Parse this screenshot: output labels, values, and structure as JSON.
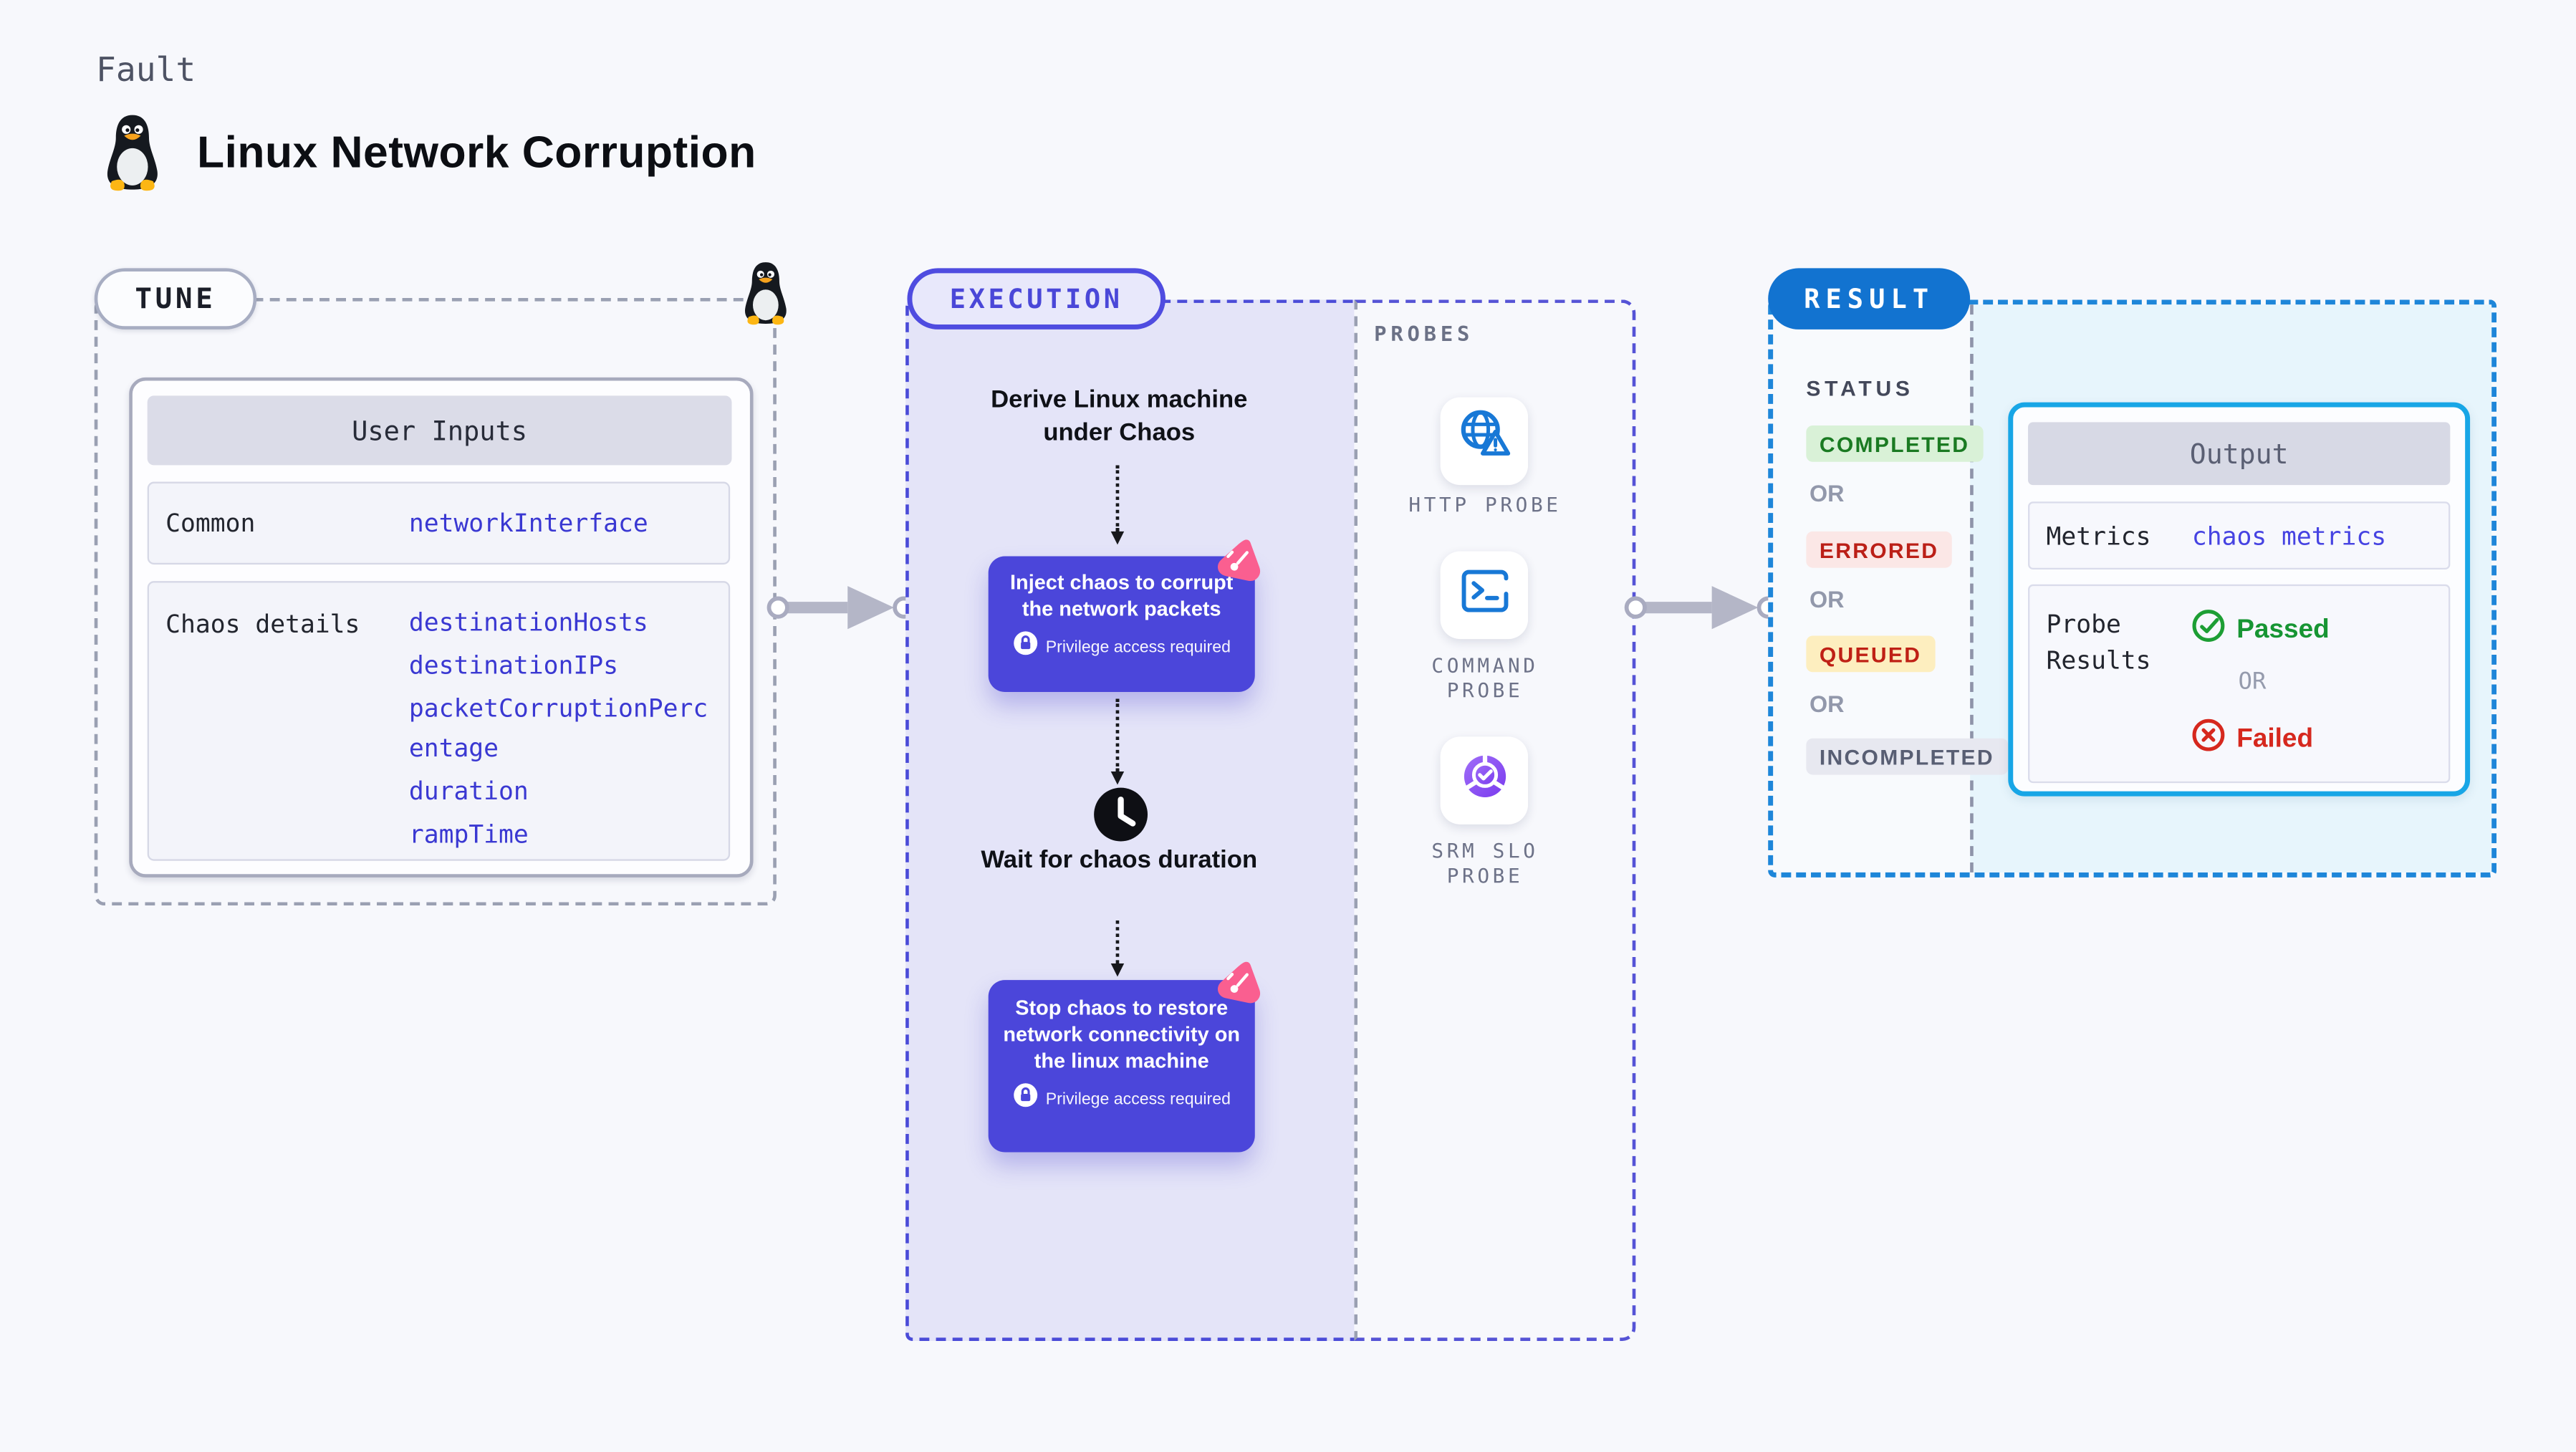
{
  "page": {
    "kicker": "Fault",
    "title": "Linux Network Corruption"
  },
  "tune": {
    "badge": "TUNE",
    "card_title": "User Inputs",
    "rows": [
      {
        "label": "Common",
        "params": [
          "networkInterface"
        ]
      },
      {
        "label": "Chaos details",
        "params": [
          "destinationHosts",
          "destinationIPs",
          "packetCorruptionPercentage",
          "duration",
          "rampTime"
        ]
      }
    ]
  },
  "execution": {
    "badge": "EXECUTION",
    "derive_label": "Derive Linux machine under Chaos",
    "inject_label": "Inject chaos to corrupt the network packets",
    "wait_label": "Wait for chaos duration",
    "stop_label": "Stop chaos to restore network connectivity on the linux machine",
    "privilege_label": "Privilege access required"
  },
  "probes": {
    "label": "PROBES",
    "items": [
      {
        "name": "HTTP PROBE",
        "icon": "globe-alert-icon"
      },
      {
        "name": "COMMAND PROBE",
        "icon": "terminal-icon"
      },
      {
        "name": "SRM SLO PROBE",
        "icon": "slo-donut-icon"
      }
    ]
  },
  "result": {
    "badge": "RESULT",
    "status_label": "STATUS",
    "or_label": "OR",
    "statuses": [
      {
        "label": "COMPLETED",
        "bg": "#d9f1d7",
        "fg": "#1a7a22"
      },
      {
        "label": "ERRORED",
        "bg": "#fbe7e6",
        "fg": "#bb1f17"
      },
      {
        "label": "QUEUED",
        "bg": "#fdeebf",
        "fg": "#bf2015"
      },
      {
        "label": "INCOMPLETED",
        "bg": "#e7e8f0",
        "fg": "#585e73"
      }
    ],
    "output": {
      "title": "Output",
      "metrics_label": "Metrics",
      "metrics_link": "chaos metrics",
      "probe_results_label": "Probe Results",
      "passed_label": "Passed",
      "or_label": "OR",
      "failed_label": "Failed"
    }
  },
  "colors": {
    "page_bg": "#f7f8fc",
    "accent_indigo": "#4b46da",
    "execution_bg": "#e4e4f8",
    "chaos_pink": "#fa5f90",
    "result_blue": "#1273d0",
    "output_border": "#18a6e6",
    "result_panel_bg": "#e7f5fc",
    "link": "#3a38d2",
    "probe_icon_blue": "#1878d6",
    "passed_green": "#1d9e34",
    "failed_red": "#d6281e",
    "arrow_gray": "#b4b6c7"
  }
}
